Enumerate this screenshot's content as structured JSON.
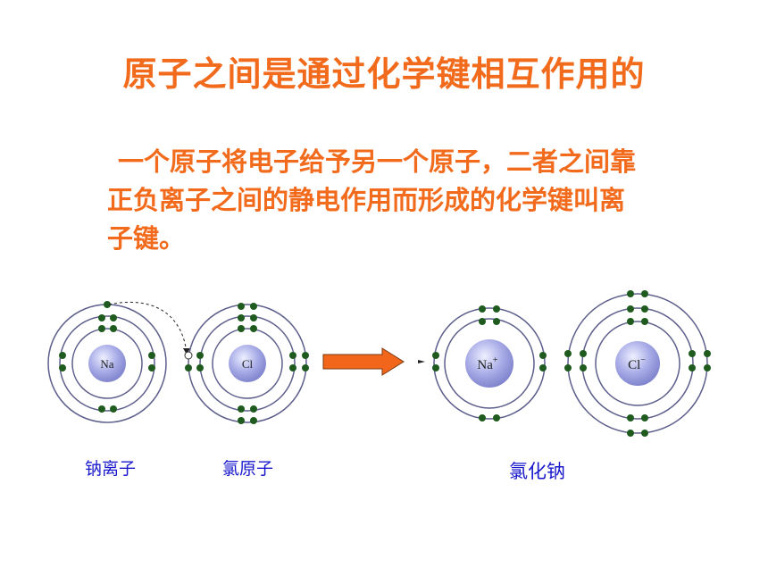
{
  "slide": {
    "title": "原子之间是通过化学键相互作用的",
    "body_lines": [
      "一个原子将电子给予另一个原子，二者之间靠",
      "正负离子之间的静电作用而形成的化学键叫离",
      "子键。"
    ]
  },
  "diagram": {
    "atoms": {
      "na_atom": "Na",
      "cl_atom": "Cl",
      "na_ion": "Na",
      "na_ion_charge": "+",
      "cl_ion": "Cl",
      "cl_ion_charge": "−"
    },
    "captions": {
      "sodium": "钠离子",
      "chlorine": "氯原子",
      "product": "氯化钠"
    },
    "colors": {
      "electron": "#1f5b1f",
      "orbit": "#5d5f8c",
      "nucleus": "#8e92d8",
      "arrow": "#f2661c",
      "text": "#f26b1d",
      "caption": "#1a1acc"
    }
  }
}
